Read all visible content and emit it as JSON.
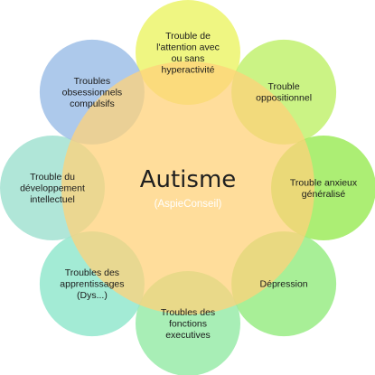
{
  "center": {
    "title": "Autisme",
    "subtitle": "(AspieConseil)",
    "color": "#ffd27a"
  },
  "nodes": [
    {
      "id": "tdah",
      "lines": [
        "Trouble de",
        "l'attention avec",
        "ou sans",
        "hyperactivité"
      ],
      "color": "#ecf466"
    },
    {
      "id": "oppositionnel",
      "lines": [
        "Trouble",
        "oppositionnel"
      ],
      "color": "#bff06a"
    },
    {
      "id": "anxieux",
      "lines": [
        "Trouble anxieux",
        "généralisé"
      ],
      "color": "#9aea55"
    },
    {
      "id": "depression",
      "lines": [
        "Dépression"
      ],
      "color": "#95ec80"
    },
    {
      "id": "fonctions-executives",
      "lines": [
        "Troubles des",
        "fonctions",
        "executives"
      ],
      "color": "#95eaa6"
    },
    {
      "id": "apprentissages",
      "lines": [
        "Troubles des",
        "apprentissages",
        "(Dys...)"
      ],
      "color": "#8fe6cc"
    },
    {
      "id": "developpement-intellectuel",
      "lines": [
        "Trouble du",
        "développement",
        "intellectuel"
      ],
      "color": "#9fe0cf"
    },
    {
      "id": "toc",
      "lines": [
        "Troubles",
        "obsessionnels",
        "compulsifs"
      ],
      "color": "#9bbde6"
    }
  ]
}
